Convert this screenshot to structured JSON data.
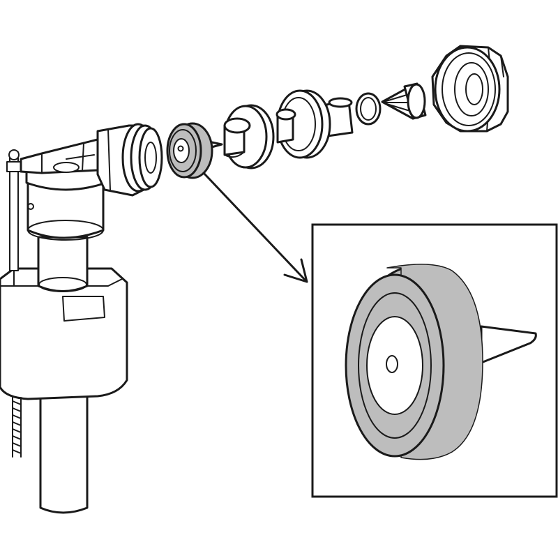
{
  "diagram": {
    "kind": "exploded-assembly",
    "colors": {
      "line": "#1a1a1a",
      "background": "#ffffff",
      "seal_fill": "#bdbdbd",
      "inner_fill": "#ffffff"
    },
    "parts": [
      {
        "name": "float-valve-body"
      },
      {
        "name": "threaded-inlet-shank"
      },
      {
        "name": "rubber-seal-washer"
      },
      {
        "name": "stepped-valve-seat"
      },
      {
        "name": "flanged-connector"
      },
      {
        "name": "o-ring"
      },
      {
        "name": "cone-filter"
      },
      {
        "name": "coupling-nut"
      }
    ],
    "callout": {
      "target": "rubber-seal-washer",
      "connector": "arrow"
    }
  }
}
